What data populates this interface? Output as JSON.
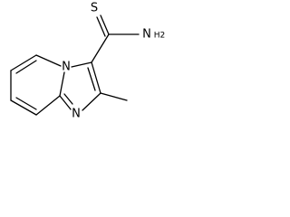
{
  "molecule": {
    "atoms": {
      "sulfur": "S",
      "amine_n": "N",
      "amine_h2": "H2",
      "ring_n_bridge": "N",
      "ring_n_imidazole": "N"
    },
    "colors": {
      "bond": "#000000",
      "label": "#000000",
      "background": "#ffffff"
    }
  }
}
